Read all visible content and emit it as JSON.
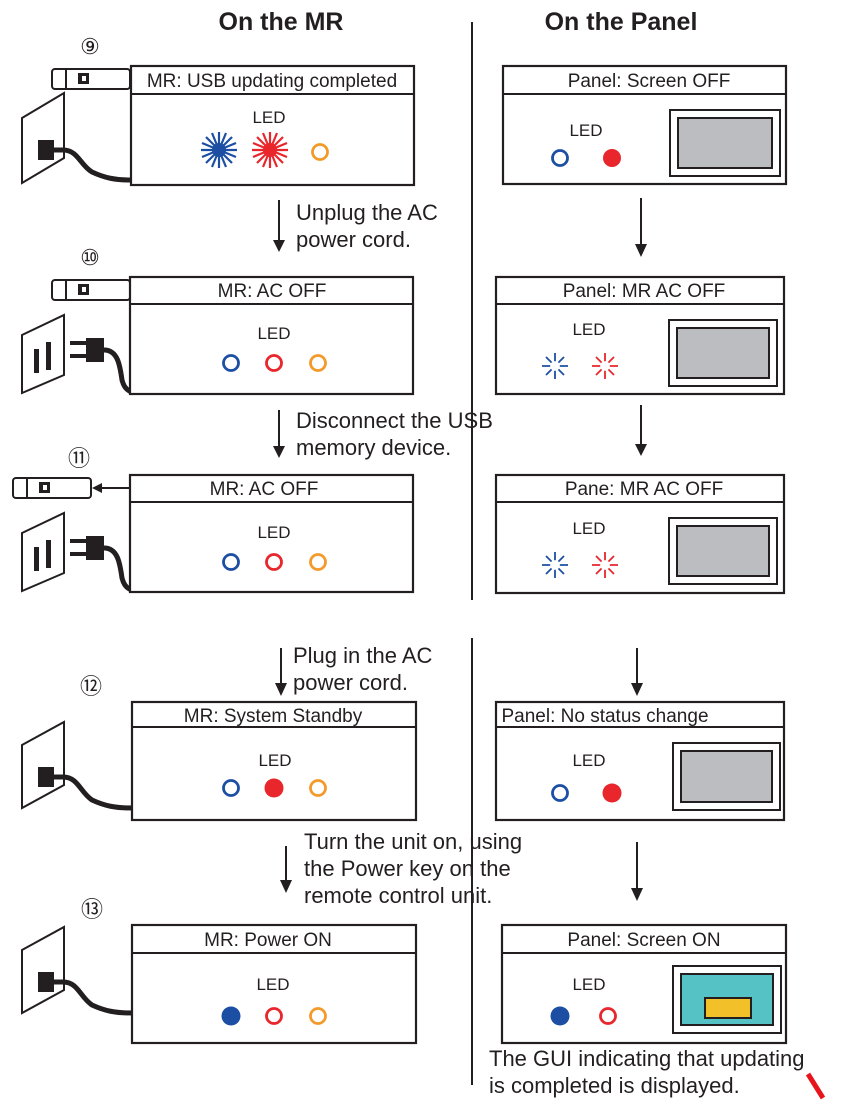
{
  "headers": {
    "mr": "On the MR",
    "panel": "On the Panel"
  },
  "led_label": "LED",
  "colors": {
    "blue": "#1c4fa3",
    "red": "#e8262b",
    "orange": "#f39a2a",
    "screen_gray": "#bcbdc0",
    "screen_on": "#55c2c5",
    "gui_yellow": "#f2c129",
    "red_mark": "#e8141b"
  },
  "steps": [
    {
      "number": "⑨",
      "mr_status": "MR: USB updating completed",
      "mr_leds": [
        "blue-flash",
        "red-flash",
        "orange-ring"
      ],
      "panel_status": "Panel: Screen OFF",
      "panel_leds": [
        "blue-ring",
        "red-solid"
      ],
      "panel_screen": "off",
      "usb": "inserted",
      "power_cord": "plugged"
    },
    {
      "number": "⑩",
      "mr_status": "MR: AC OFF",
      "mr_leds": [
        "blue-ring",
        "red-ring",
        "orange-ring"
      ],
      "panel_status": "Panel: MR AC OFF",
      "panel_leds": [
        "blue-flash",
        "red-flash"
      ],
      "panel_screen": "off",
      "usb": "inserted",
      "power_cord": "unplugged"
    },
    {
      "number": "⑪",
      "mr_status": "MR: AC OFF",
      "mr_leds": [
        "blue-ring",
        "red-ring",
        "orange-ring"
      ],
      "panel_status": "Pane: MR AC OFF",
      "panel_leds": [
        "blue-flash",
        "red-flash"
      ],
      "panel_screen": "off",
      "usb": "removed",
      "power_cord": "unplugged"
    },
    {
      "number": "⑫",
      "mr_status": "MR: System Standby",
      "mr_leds": [
        "blue-ring",
        "red-solid",
        "orange-ring"
      ],
      "panel_status": "Panel: No status change",
      "panel_leds": [
        "blue-ring",
        "red-solid"
      ],
      "panel_screen": "off",
      "usb": "none",
      "power_cord": "plugged"
    },
    {
      "number": "⑬",
      "mr_status": "MR: Power ON",
      "mr_leds": [
        "blue-solid",
        "red-ring",
        "orange-ring"
      ],
      "panel_status": "Panel: Screen ON",
      "panel_leds": [
        "blue-solid",
        "red-ring"
      ],
      "panel_screen": "on",
      "usb": "none",
      "power_cord": "plugged"
    }
  ],
  "transitions": [
    {
      "lines": [
        "Unplug the AC",
        "power cord."
      ]
    },
    {
      "lines": [
        "Disconnect the USB",
        "memory device."
      ]
    },
    {
      "lines": [
        "Plug in the AC",
        "power cord."
      ]
    },
    {
      "lines": [
        "Turn the unit on, using",
        "the Power key on the",
        "remote control unit."
      ]
    }
  ],
  "footer": [
    "The GUI indicating that updating",
    "is completed is displayed."
  ]
}
